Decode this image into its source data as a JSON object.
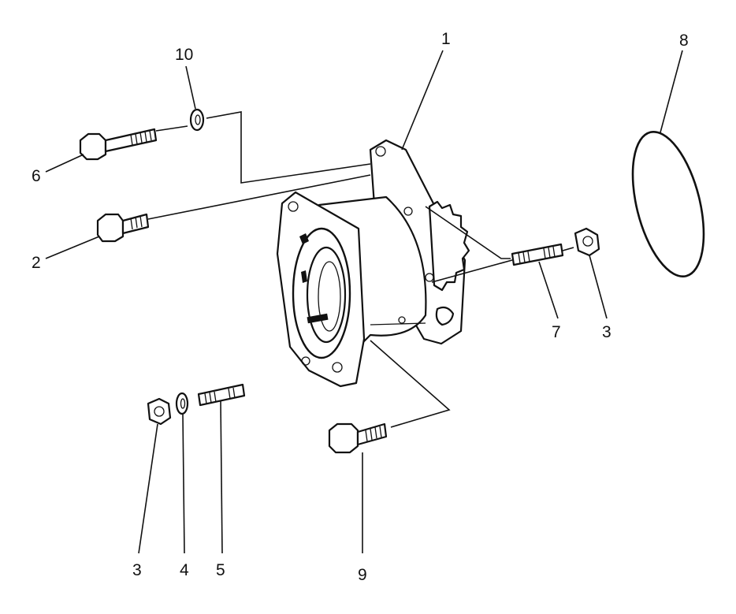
{
  "callouts": [
    {
      "id": "1",
      "text": "1"
    },
    {
      "id": "2",
      "text": "2"
    },
    {
      "id": "3a",
      "text": "3"
    },
    {
      "id": "3b",
      "text": "3"
    },
    {
      "id": "4",
      "text": "4"
    },
    {
      "id": "5",
      "text": "5"
    },
    {
      "id": "6",
      "text": "6"
    },
    {
      "id": "7",
      "text": "7"
    },
    {
      "id": "8",
      "text": "8"
    },
    {
      "id": "9",
      "text": "9"
    },
    {
      "id": "10",
      "text": "10"
    }
  ],
  "colors": {
    "ink": "#111111",
    "paper": "#ffffff"
  }
}
